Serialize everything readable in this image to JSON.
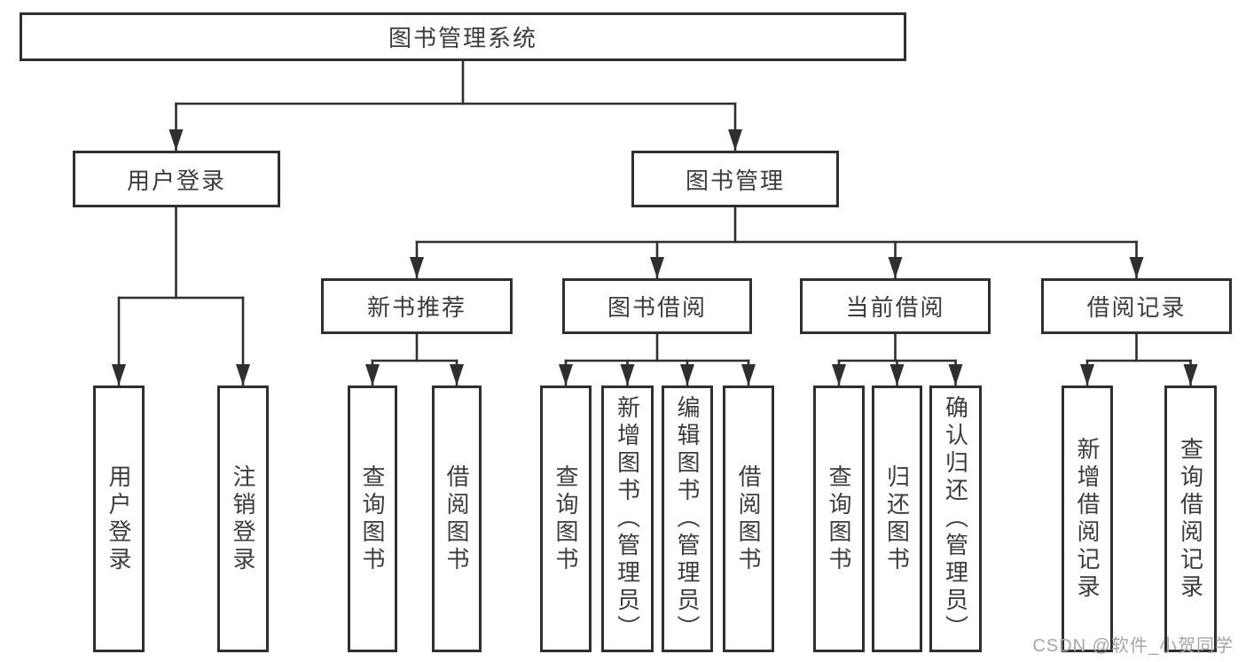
{
  "style": {
    "line_color": "#2f2f2f",
    "text_color": "#3c3c3c",
    "box_fill": "#ffffff",
    "background": "#ffffff",
    "watermark_color": "#a6a6a6"
  },
  "watermark": {
    "text": "CSDN @软件_小贺同学"
  },
  "tree": {
    "label": "图书管理系统",
    "children": [
      {
        "label": "用户登录",
        "children": [
          {
            "label": "用户登录"
          },
          {
            "label": "注销登录"
          }
        ]
      },
      {
        "label": "图书管理",
        "children": [
          {
            "label": "新书推荐",
            "children": [
              {
                "label": "查询图书"
              },
              {
                "label": "借阅图书"
              }
            ]
          },
          {
            "label": "图书借阅",
            "children": [
              {
                "label": "查询图书"
              },
              {
                "label": "新增图书（管理员）"
              },
              {
                "label": "编辑图书（管理员）"
              },
              {
                "label": "借阅图书"
              }
            ]
          },
          {
            "label": "当前借阅",
            "children": [
              {
                "label": "查询图书"
              },
              {
                "label": "归还图书"
              },
              {
                "label": "确认归还（管理员）"
              }
            ]
          },
          {
            "label": "借阅记录",
            "children": [
              {
                "label": "新增借阅记录"
              },
              {
                "label": "查询借阅记录"
              }
            ]
          }
        ]
      }
    ]
  }
}
